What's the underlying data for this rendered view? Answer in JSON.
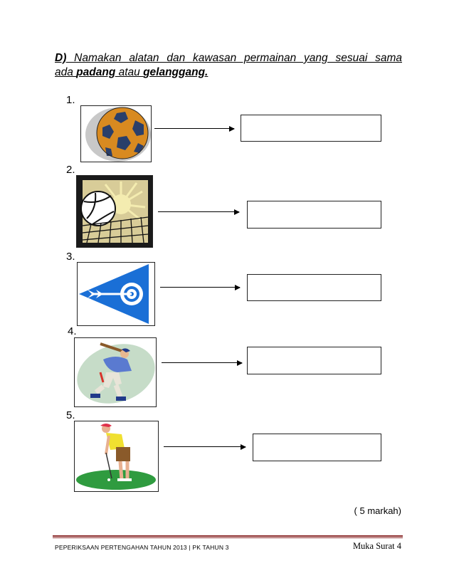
{
  "instruction": {
    "label": "D)",
    "line1_rest": " Namakan alatan dan kawasan permainan yang sesuai sama",
    "line2_pre": "ada ",
    "word1": "padang",
    "middle": " atau ",
    "word2": "gelanggang."
  },
  "items": [
    {
      "number": "1.",
      "icon": "soccer-ball-icon",
      "answer": ""
    },
    {
      "number": "2.",
      "icon": "volleyball-net-icon",
      "answer": ""
    },
    {
      "number": "3.",
      "icon": "archery-target-icon",
      "answer": ""
    },
    {
      "number": "4.",
      "icon": "baseball-batter-icon",
      "answer": ""
    },
    {
      "number": "5.",
      "icon": "golfer-icon",
      "answer": ""
    }
  ],
  "marks": "( 5 markah)",
  "footer": {
    "left": "PEPERIKSAAN PERTENGAHAN TAHUN 2013 | PK TAHUN 3",
    "right": "Muka Surat 4"
  },
  "colors": {
    "rule": "#8b2a2a"
  }
}
